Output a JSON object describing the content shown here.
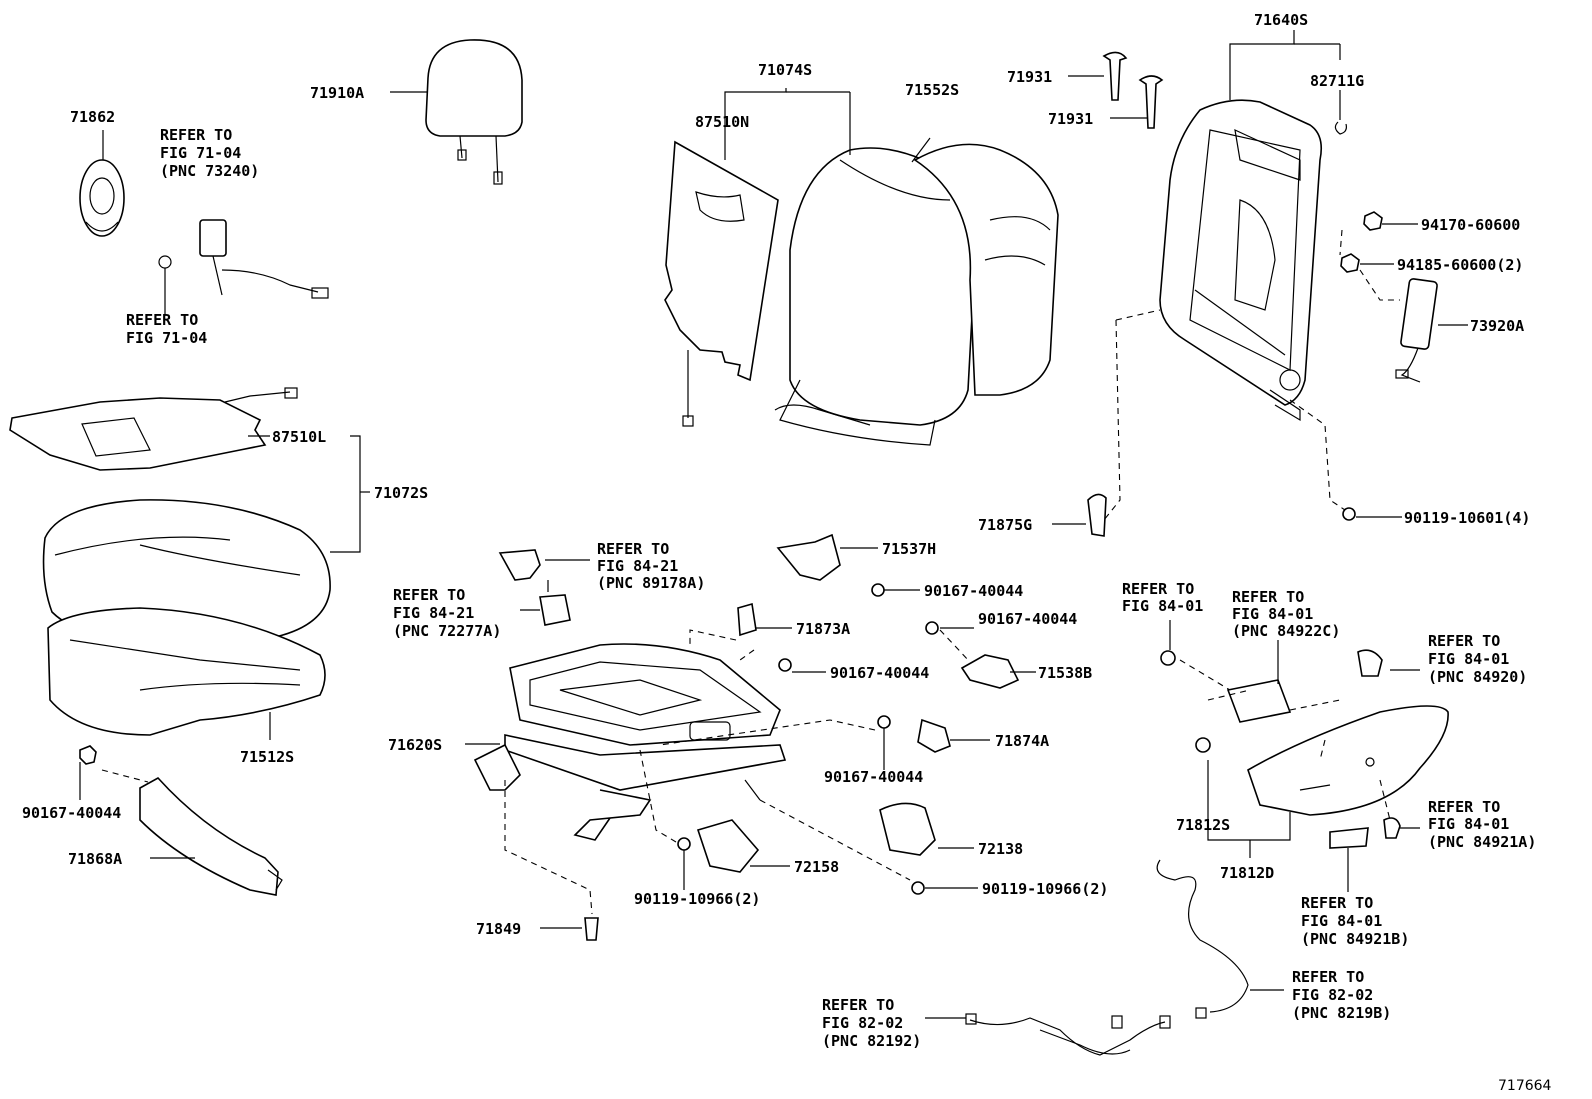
{
  "diagram": {
    "figure_id": "717664",
    "labels": {
      "p71862": "71862",
      "p71910A": "71910A",
      "p71074S": "71074S",
      "p87510N": "87510N",
      "p71552S": "71552S",
      "p71931a": "71931",
      "p71931b": "71931",
      "p71640S": "71640S",
      "p82711G": "82711G",
      "p94170": "94170-60600",
      "p94185": "94185-60600(2)",
      "p73920A": "73920A",
      "p87510L": "87510L",
      "p71072S": "71072S",
      "p71875G": "71875G",
      "p90119_4": "90119-10601(4)",
      "p71537H": "71537H",
      "p90167_1": "90167-40044",
      "p90167_2": "90167-40044",
      "p71873A": "71873A",
      "p90167_3": "90167-40044",
      "p71538B": "71538B",
      "p71620S": "71620S",
      "p71874A": "71874A",
      "p90167_4": "90167-40044",
      "p71512S": "71512S",
      "p90167_5": "90167-40044",
      "p71868A": "71868A",
      "p72158": "72158",
      "p90119_2a": "90119-10966(2)",
      "p72138": "72138",
      "p90119_2b": "90119-10966(2)",
      "p71849": "71849",
      "p71812S": "71812S",
      "p71812D": "71812D"
    },
    "refs": {
      "r73240": [
        "REFER TO",
        "FIG 71-04",
        "(PNC 73240)"
      ],
      "r7104": [
        "REFER TO",
        "FIG 71-04"
      ],
      "r89178A": [
        "REFER TO",
        "FIG 84-21",
        "(PNC 89178A)"
      ],
      "r72277A": [
        "REFER TO",
        "FIG 84-21",
        "(PNC 72277A)"
      ],
      "r8401": [
        "REFER TO",
        "FIG 84-01"
      ],
      "r84922C": [
        "REFER TO",
        "FIG 84-01",
        "(PNC 84922C)"
      ],
      "r84920": [
        "REFER TO",
        "FIG 84-01",
        "(PNC 84920)"
      ],
      "r84921A": [
        "REFER TO",
        "FIG 84-01",
        "(PNC 84921A)"
      ],
      "r84921B": [
        "REFER TO",
        "FIG 84-01",
        "(PNC 84921B)"
      ],
      "r8219B": [
        "REFER TO",
        "FIG 82-02",
        "(PNC 8219B)"
      ],
      "r82192": [
        "REFER TO",
        "FIG 82-02",
        "(PNC 82192)"
      ]
    }
  }
}
